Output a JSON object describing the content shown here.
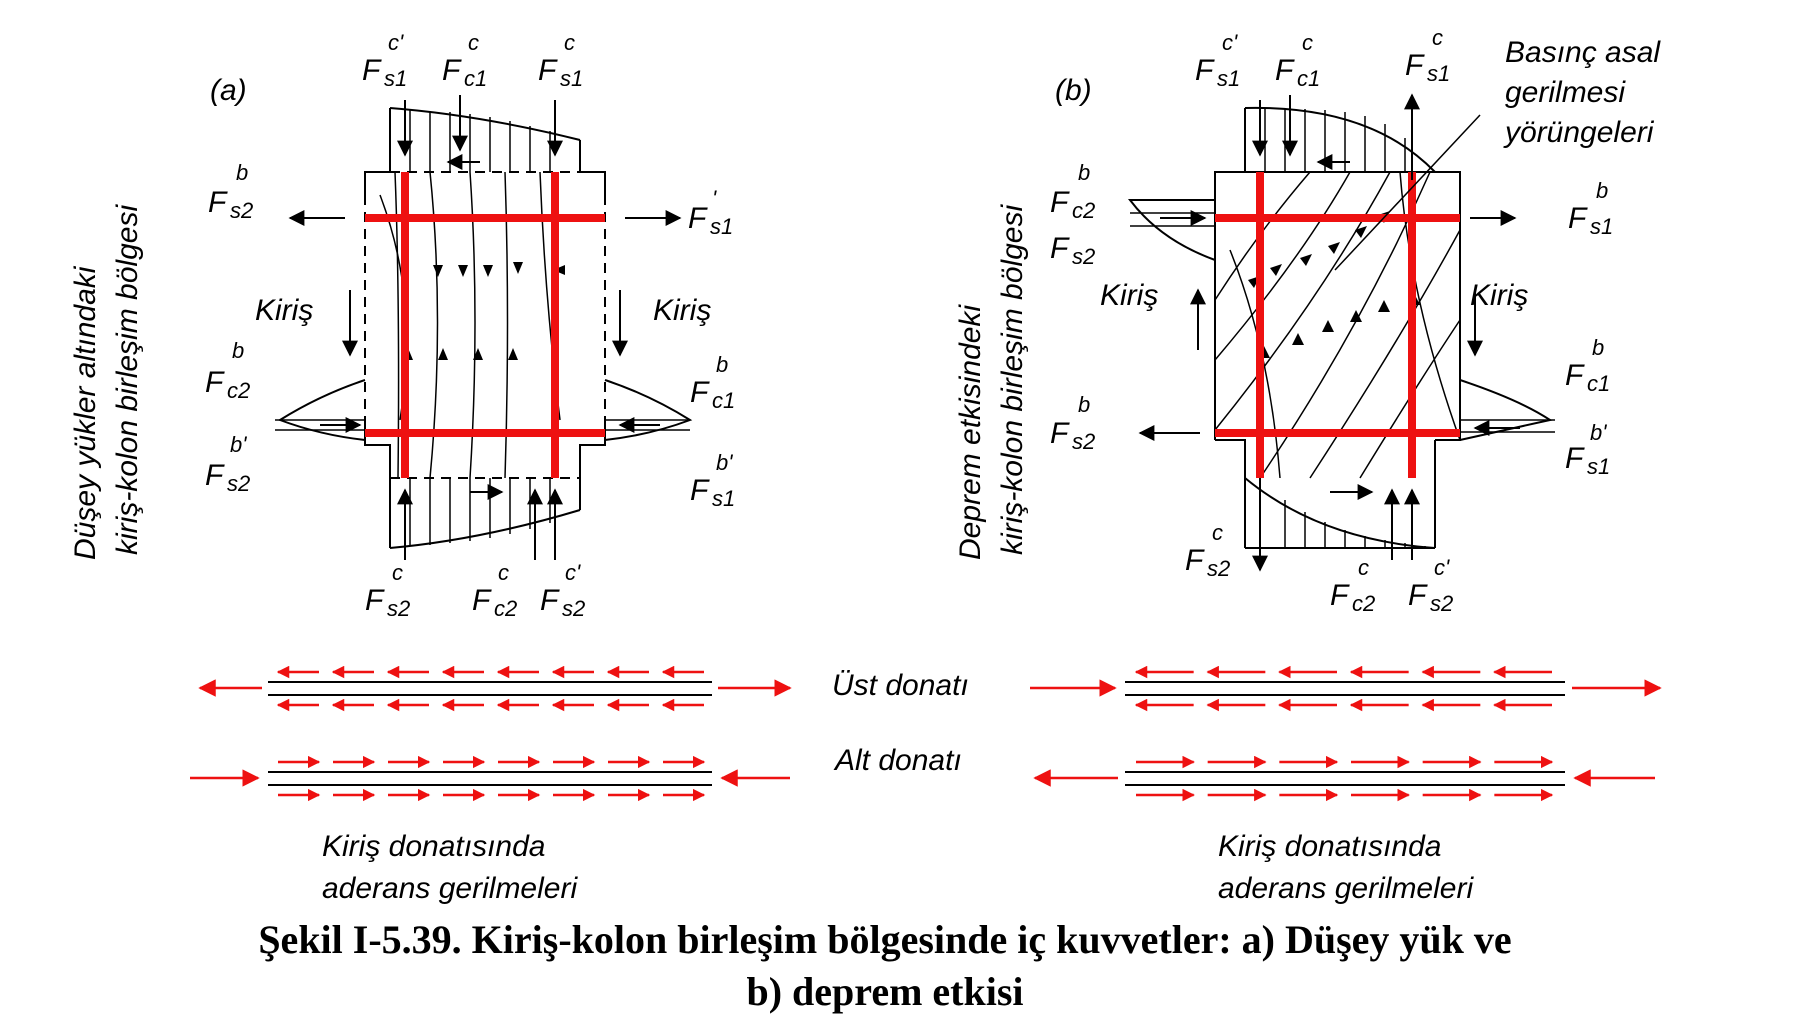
{
  "panel_a": {
    "tag": "(a)",
    "side_title": [
      "Düşey yükler altındaki",
      "kiriş-kolon birleşim bölgesi"
    ],
    "beam_left": "Kiriş",
    "beam_right": "Kiriş",
    "forces": {
      "top1": {
        "main": "F",
        "sub": "s1",
        "sup": "c'"
      },
      "top2": {
        "main": "F",
        "sub": "c1",
        "sup": "c"
      },
      "top3": {
        "main": "F",
        "sub": "s1",
        "sup": "c"
      },
      "left_top": {
        "main": "F",
        "sub": "s2",
        "sup": "b"
      },
      "right_top": {
        "main": "F",
        "sub": "s1",
        "sup": "'"
      },
      "left_mid": {
        "main": "F",
        "sub": "c2",
        "sup": "b"
      },
      "left_bot": {
        "main": "F",
        "sub": "s2",
        "sup": "b'"
      },
      "right_mid": {
        "main": "F",
        "sub": "c1",
        "sup": "b"
      },
      "right_bot": {
        "main": "F",
        "sub": "s1",
        "sup": "b'"
      },
      "bot1": {
        "main": "F",
        "sub": "s2",
        "sup": "c"
      },
      "bot2": {
        "main": "F",
        "sub": "c2",
        "sup": "c"
      },
      "bot3": {
        "main": "F",
        "sub": "s2",
        "sup": "c'"
      }
    },
    "bond_caption": [
      "Kiriş donatısında",
      "aderans gerilmeleri"
    ]
  },
  "panel_b": {
    "tag": "(b)",
    "side_title": [
      "Deprem etkisindeki",
      "kiriş-kolon birleşim bölgesi"
    ],
    "beam_left": "Kiriş",
    "beam_right": "Kiriş",
    "principal_note": [
      "Basınç asal",
      "gerilmesi",
      "yörüngeleri"
    ],
    "forces": {
      "top1": {
        "main": "F",
        "sub": "s1",
        "sup": "c'"
      },
      "top2": {
        "main": "F",
        "sub": "c1",
        "sup": "c"
      },
      "top3": {
        "main": "F",
        "sub": "s1",
        "sup": "c"
      },
      "left_top": {
        "main": "F",
        "sub": "c2",
        "sup": "b"
      },
      "left_top2": {
        "main": "F",
        "sub": "s2",
        "sup": ""
      },
      "right_top": {
        "main": "F",
        "sub": "s1",
        "sup": "b"
      },
      "right_mid": {
        "main": "F",
        "sub": "c1",
        "sup": "b"
      },
      "left_bot": {
        "main": "F",
        "sub": "s2",
        "sup": "b"
      },
      "right_bot": {
        "main": "F",
        "sub": "s1",
        "sup": "b'"
      },
      "bot1": {
        "main": "F",
        "sub": "s2",
        "sup": "c"
      },
      "bot2": {
        "main": "F",
        "sub": "c2",
        "sup": "c"
      },
      "bot3": {
        "main": "F",
        "sub": "s2",
        "sup": "c'"
      }
    },
    "bond_caption": [
      "Kiriş donatısında",
      "aderans gerilmeleri"
    ]
  },
  "middle": {
    "top_bar": "Üst donatı",
    "bottom_bar": "Alt donatı"
  },
  "caption": [
    "Şekil I-5.39. Kiriş-kolon birleşim bölgesinde iç kuvvetler: a) Düşey yük ve",
    "b) deprem etkisi"
  ],
  "colors": {
    "rebar": "#ee1111",
    "ink": "#000000"
  }
}
